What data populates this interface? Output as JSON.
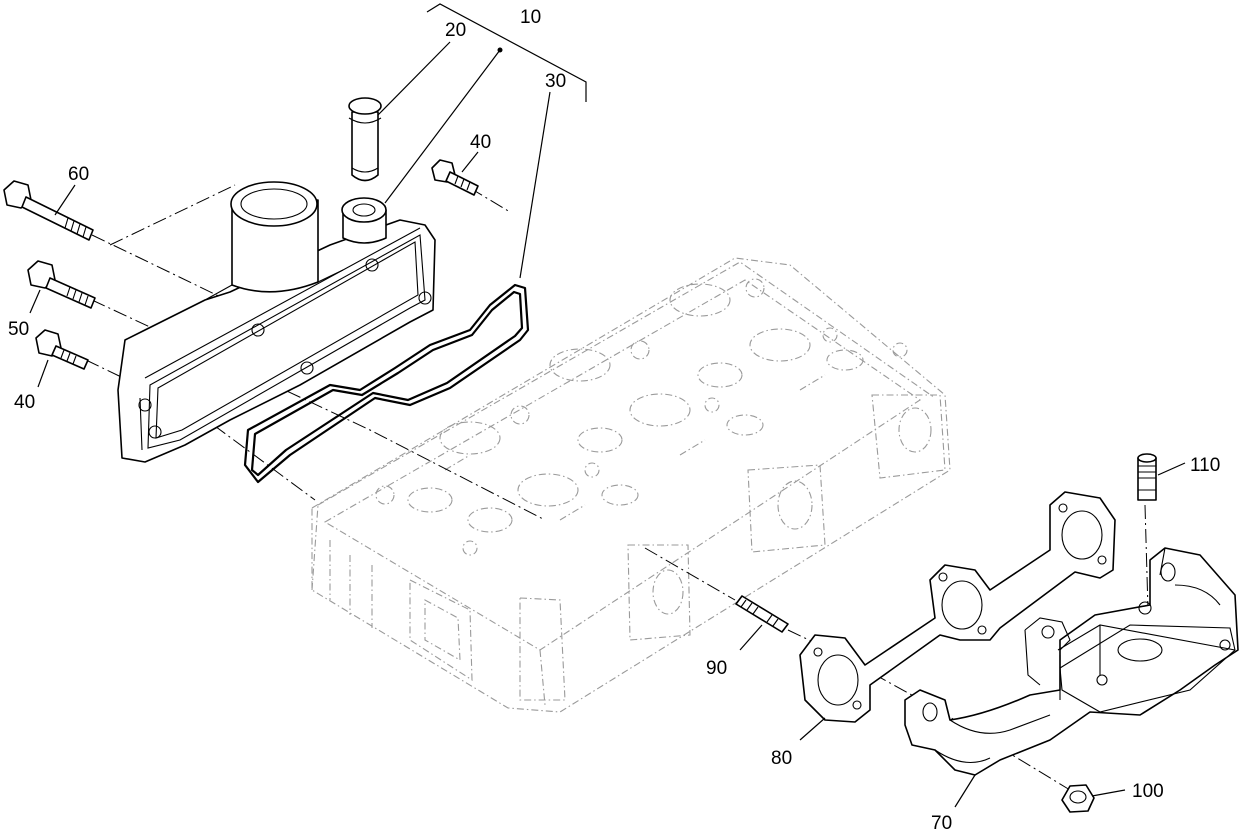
{
  "callouts": {
    "c10": "10",
    "c20": "20",
    "c30": "30",
    "c40a": "40",
    "c40b": "40",
    "c50": "50",
    "c60": "60",
    "c70": "70",
    "c80": "80",
    "c90": "90",
    "c100": "100",
    "c110": "110"
  }
}
